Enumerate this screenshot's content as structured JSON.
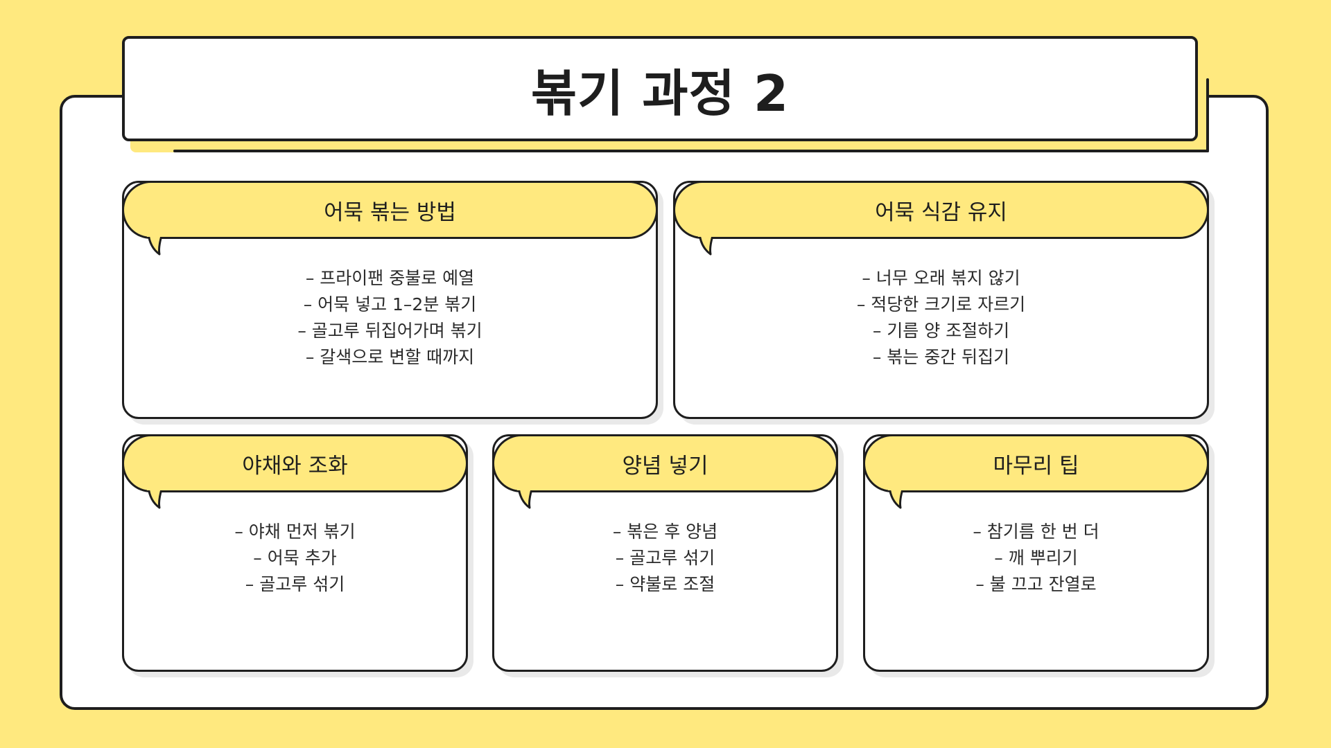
{
  "title": "볶기 과정 2",
  "cards": [
    {
      "title": "어묵 볶는 방법",
      "items": [
        "– 프라이팬 중불로 예열",
        "– 어묵 넣고 1–2분 볶기",
        "– 골고루 뒤집어가며 볶기",
        "– 갈색으로 변할 때까지"
      ]
    },
    {
      "title": "어묵 식감 유지",
      "items": [
        "– 너무 오래 볶지 않기",
        "– 적당한 크기로 자르기",
        "– 기름 양 조절하기",
        "– 볶는 중간 뒤집기"
      ]
    },
    {
      "title": "야채와 조화",
      "items": [
        "– 야채 먼저 볶기",
        "– 어묵 추가",
        "– 골고루 섞기"
      ]
    },
    {
      "title": "양념 넣기",
      "items": [
        "– 볶은 후 양념",
        "– 골고루 섞기",
        "– 약불로 조절"
      ]
    },
    {
      "title": "마무리 팁",
      "items": [
        "– 참기름 한 번 더",
        "– 깨 뿌리기",
        "– 불 끄고 잔열로"
      ]
    }
  ],
  "colors": {
    "background": "#FFE97F",
    "panel": "#FFFFFF",
    "outline": "#1E1E1E",
    "header_fill": "#FFE97F",
    "shadow": "#E9E9E9"
  }
}
